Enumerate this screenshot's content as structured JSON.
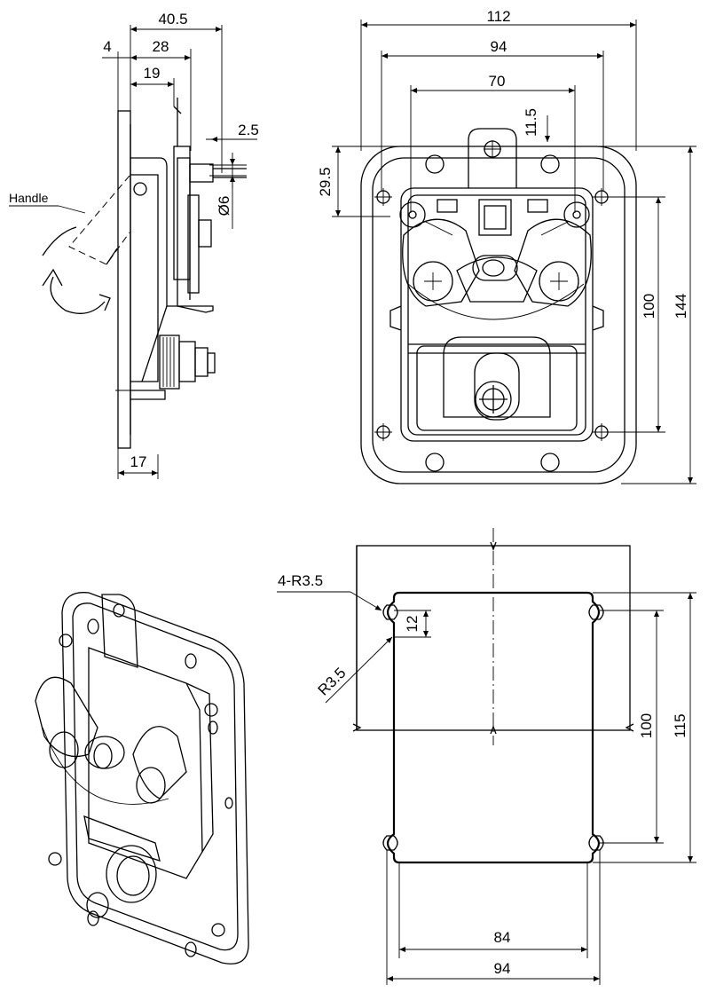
{
  "side_view": {
    "dims": [
      "40.5",
      "4",
      "28",
      "19",
      "2.5",
      "Ø6",
      "17"
    ],
    "handle_label": "Handle"
  },
  "front_view": {
    "dims": [
      "112",
      "94",
      "70",
      "11.5",
      "29.5",
      "100",
      "144"
    ]
  },
  "cutout_view": {
    "dims": [
      "4-R3.5",
      "12",
      "R3.5",
      "100",
      "115",
      "84",
      "94"
    ]
  }
}
